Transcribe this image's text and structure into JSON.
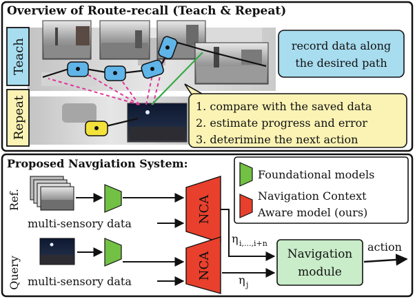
{
  "top": {
    "title": "Overview of Route-recall (Teach & Repeat)",
    "teach_label": "Teach",
    "repeat_label": "Repeat",
    "teach_note_line1": "record data along",
    "teach_note_line2": "the desired path",
    "repeat_steps": [
      "1. compare with the saved data",
      "2. estimate progress and error",
      "3. deterimine the next action"
    ]
  },
  "bottom": {
    "title": "Proposed Navgiation System:",
    "ref_label": "Ref.",
    "query_label": "Query",
    "ref_sensor_text": "multi-sensory data",
    "query_sensor_text": "multi-sensory data",
    "nca_label": "NCA",
    "eta_ref": "η",
    "eta_ref_sub": "i,...,i+n",
    "eta_query": "η",
    "eta_query_sub": "j",
    "nav_module_line1": "Navigation",
    "nav_module_line2": "module",
    "action_label": "action"
  },
  "legend": {
    "foundational": "Foundational models",
    "nca_line1": "Navigation Context",
    "nca_line2": "Aware model (ours)"
  },
  "colors": {
    "teach_bg": "#a8dcef",
    "repeat_bg": "#faf3b4",
    "robot_blue": "#5fb4e8",
    "robot_yellow": "#f2e23a",
    "green_model": "#72c044",
    "red_model": "#e8402c",
    "nav_module": "#c9ecc9",
    "magenta": "#e0339a",
    "sightline": "#33aa44"
  }
}
